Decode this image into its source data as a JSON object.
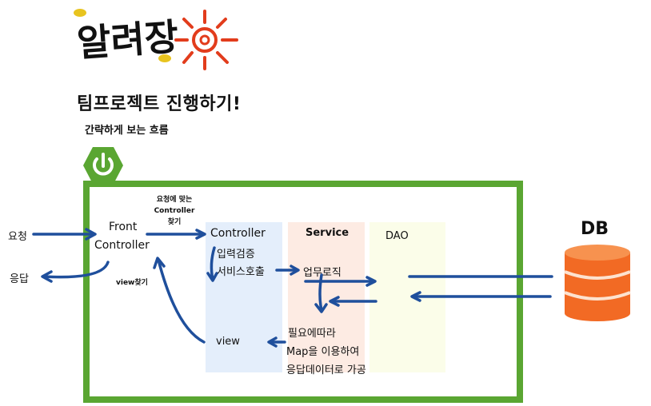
{
  "header": {
    "logo_text": "알려장",
    "title": "팀프로젝트 진행하기!",
    "subtitle": "간략하게 보는 흐름"
  },
  "left": {
    "request": "요청",
    "response": "응답"
  },
  "front_controller": {
    "line1": "Front",
    "line2": "Controller",
    "view_find": "view찾기",
    "note1": "요청에 맞는",
    "note2": "Controller",
    "note3": "찾기"
  },
  "controller_col": {
    "title": "Controller",
    "step1": "입력검증",
    "step2": "서비스호출",
    "view": "view"
  },
  "service_col": {
    "title": "Service",
    "step1": "업무로직",
    "note1": "필요에따라",
    "note2": "Map을 이용하여",
    "note3": "응답데이터로 가공"
  },
  "dao_col": {
    "title": "DAO"
  },
  "db": {
    "label": "DB"
  },
  "colors": {
    "frame_green": "#5aa632",
    "arrow_blue": "#1f4f9c",
    "controller_bg": "#e4eefb",
    "service_bg": "#fdebe3",
    "dao_bg": "#fbfde9",
    "db_orange": "#f26a24"
  }
}
